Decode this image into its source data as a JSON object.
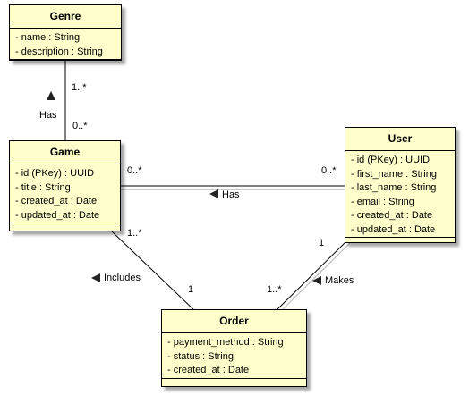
{
  "classes": {
    "genre": {
      "name": "Genre",
      "attributes": [
        "- name : String",
        "- description : String"
      ]
    },
    "game": {
      "name": "Game",
      "attributes": [
        "- id (PKey) : UUID",
        "- title : String",
        "- created_at : Date",
        "- updated_at : Date"
      ]
    },
    "user": {
      "name": "User",
      "attributes": [
        "- id (PKey) : UUID",
        "- first_name : String",
        "- last_name : String",
        "- email : String",
        "- created_at : Date",
        "- updated_at : Date"
      ]
    },
    "order": {
      "name": "Order",
      "attributes": [
        "- payment_method : String",
        "- status : String",
        "- created_at : Date"
      ]
    }
  },
  "associations": {
    "genre_game": {
      "label": "Has",
      "genre_end": "1..*",
      "game_end": "0..*"
    },
    "game_user": {
      "label": "Has",
      "game_end": "0..*",
      "user_end": "0..*"
    },
    "game_order": {
      "label": "Includes",
      "game_end": "1..*",
      "order_end": "1"
    },
    "user_order": {
      "label": "Makes",
      "user_end": "1",
      "order_end": "1..*"
    }
  },
  "colors": {
    "class_fill": "#ffffcc",
    "stroke": "#000000"
  }
}
